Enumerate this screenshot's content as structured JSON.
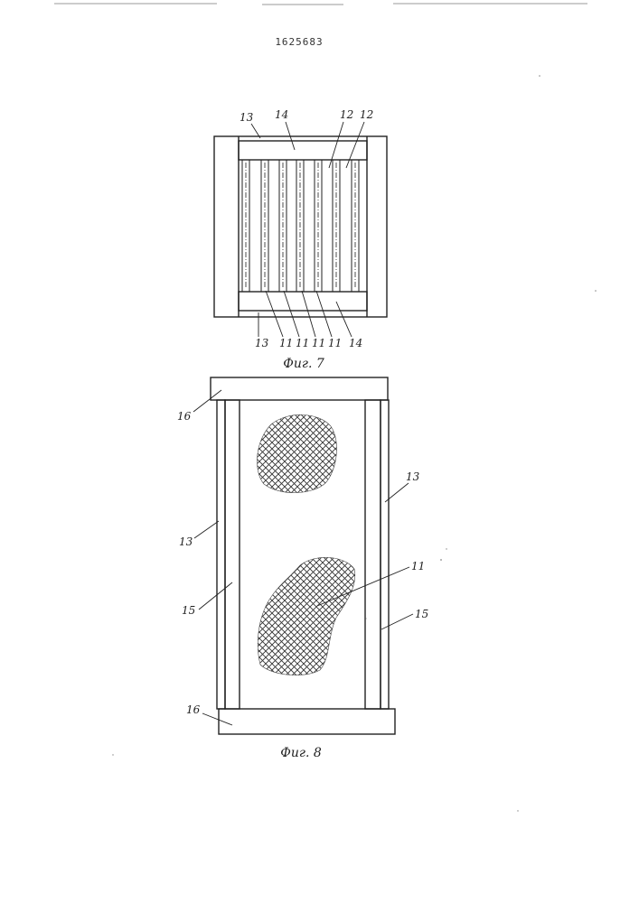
{
  "document_number": "1625683",
  "figures": [
    {
      "caption": "Фиг. 7",
      "callouts": {
        "frame_top": "13",
        "bar_top": "14",
        "fiber_a": "12",
        "fiber_b": "12",
        "frame_bottom": "13",
        "mesh_1": "11",
        "mesh_2": "11",
        "mesh_3": "11",
        "mesh_4": "11",
        "bar_bottom": "14"
      }
    },
    {
      "caption": "Фиг. 8",
      "callouts": {
        "end_top": "16",
        "side_right": "13",
        "side_left": "13",
        "mesh": "11",
        "strip_left": "15",
        "strip_right": "15",
        "end_bottom": "16"
      }
    }
  ]
}
